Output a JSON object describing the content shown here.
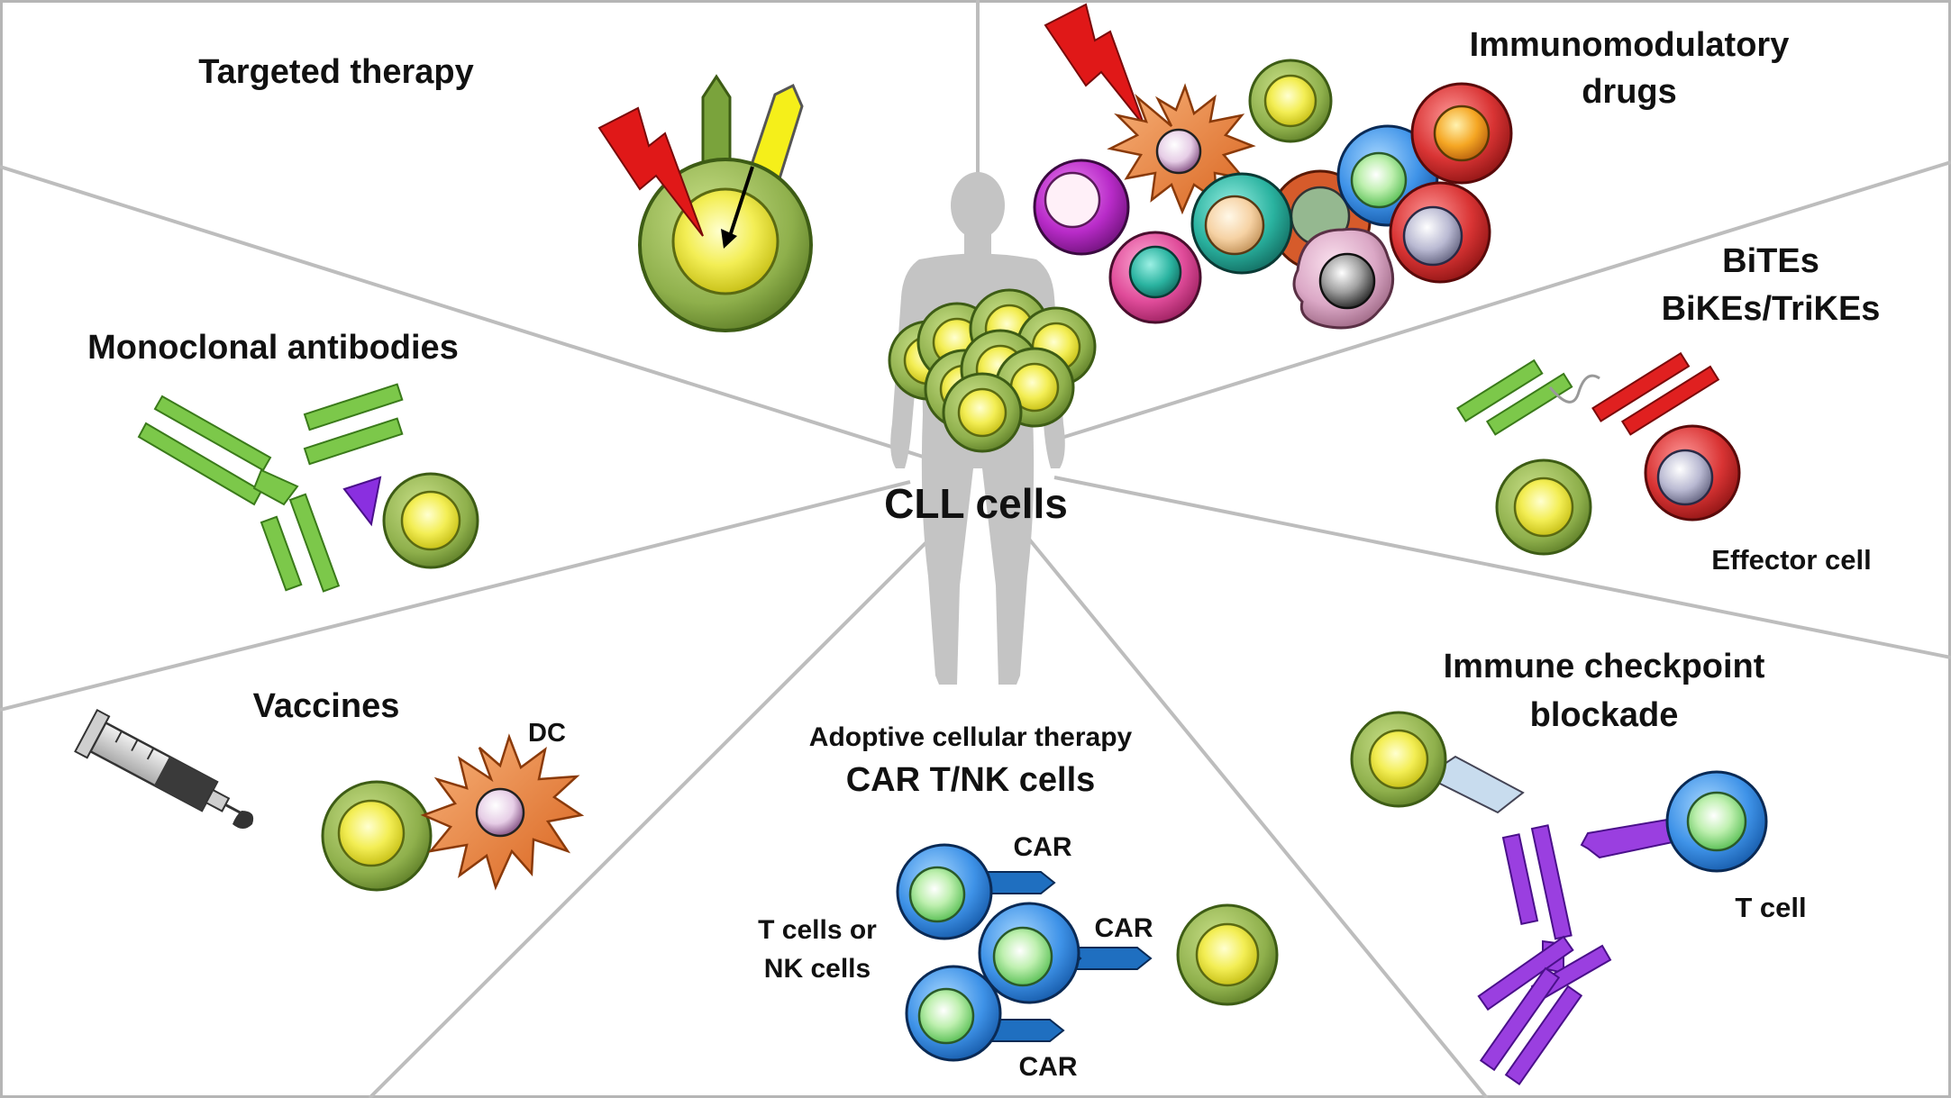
{
  "center": {
    "label": "CLL cells"
  },
  "panels": {
    "targeted": {
      "title": "Targeted therapy"
    },
    "immunomodulatory": {
      "title_line1": "Immunomodulatory",
      "title_line2": "drugs"
    },
    "bites": {
      "title_line1": "BiTEs",
      "title_line2": "BiKEs/TriKEs",
      "effector_label": "Effector cell"
    },
    "checkpoint": {
      "title_line1": "Immune checkpoint",
      "title_line2": "blockade",
      "tcell_label": "T cell"
    },
    "car": {
      "title_line1": "Adoptive cellular therapy",
      "title_line2": "CAR T/NK cells",
      "car_label_1": "CAR",
      "car_label_2": "CAR",
      "car_label_3": "CAR",
      "cells_line1": "T cells or",
      "cells_line2": "NK cells"
    },
    "vaccines": {
      "title": "Vaccines",
      "dc_label": "DC"
    },
    "mab": {
      "title": "Monoclonal antibodies"
    }
  },
  "colors": {
    "cll_outer": "#8db04a",
    "cll_inner": "#f2ef6a",
    "antibody_green": "#7cc84a",
    "antibody_purple": "#9a3fe0",
    "bispecific_red": "#e02020",
    "car_blue": "#1f6fc0",
    "lightning_red": "#e01818",
    "divider": "#bdbdbd",
    "silhouette": "#c4c4c4"
  }
}
